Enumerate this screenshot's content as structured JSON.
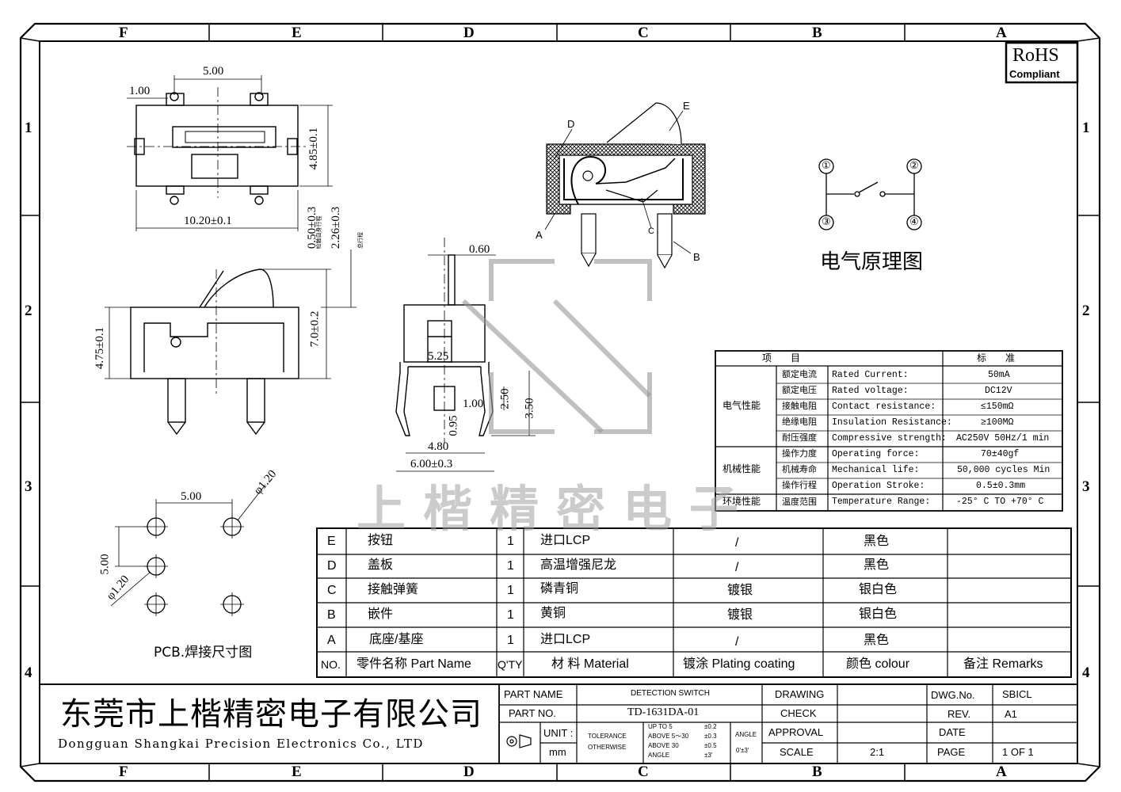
{
  "zones": {
    "cols": [
      "F",
      "E",
      "D",
      "C",
      "B",
      "A"
    ],
    "rows": [
      "1",
      "2",
      "3",
      "4"
    ]
  },
  "rohs": {
    "line1": "RoHS",
    "line2": "Compliant"
  },
  "dims_top": {
    "d500": "5.00",
    "d100": "1.00",
    "d485": "4.85±0.1",
    "d1020": "10.20±0.1",
    "d050": "0.50±0.3",
    "d050sub": "检触自身行程",
    "d226": "2.26±0.3",
    "d226sub": "总行程",
    "d70": "7.0±0.2",
    "d475": "4.75±0.1"
  },
  "dims_mid": {
    "d060": "0.60",
    "d525": "5.25",
    "d250": "2.50",
    "d350": "3.50",
    "d100": "1.00",
    "d095": "0.95",
    "d480": "4.80",
    "d600": "6.00±0.3"
  },
  "pcb": {
    "d500h": "5.00",
    "d500v": "5.00",
    "d120a": "φ1.20",
    "d120b": "φ1.20",
    "title": "PCB.焊接尺寸图"
  },
  "section_labels": {
    "A": "A",
    "B": "B",
    "C": "C",
    "D": "D",
    "E": "E"
  },
  "pins": [
    "①",
    "②",
    "③",
    "④"
  ],
  "schematic_title": "电气原理图",
  "watermark": "上楷精密电子",
  "specs": {
    "header": {
      "item": "项　　目",
      "std": "标　　准"
    },
    "groups": [
      "电气性能",
      "机械性能",
      "环境性能"
    ],
    "rows": [
      {
        "cn": "额定电流",
        "en": "Rated Current:",
        "v": "50mA"
      },
      {
        "cn": "额定电压",
        "en": "Rated voltage:",
        "v": "DC12V"
      },
      {
        "cn": "接触电阻",
        "en": "Contact resistance:",
        "v": "≤150mΩ"
      },
      {
        "cn": "绝缘电阻",
        "en": "Insulation Resistance:",
        "v": "≥100MΩ"
      },
      {
        "cn": "耐压强度",
        "en": "Compressive strength:",
        "v": "AC250V  50Hz/1 min"
      },
      {
        "cn": "操作力度",
        "en": "Operating force:",
        "v": "70±40gf"
      },
      {
        "cn": "机械寿命",
        "en": "Mechanical life:",
        "v": "50,000 cycles Min"
      },
      {
        "cn": "操作行程",
        "en": "Operation Stroke:",
        "v": "0.5±0.3mm"
      },
      {
        "cn": "温度范围",
        "en": "Temperature Range:",
        "v": "-25° C TO +70° C"
      }
    ]
  },
  "bom": {
    "rows": [
      {
        "no": "E",
        "name": "按钮",
        "qty": "1",
        "mat": "进口LCP",
        "plating": "/",
        "colour": "黑色",
        "remarks": ""
      },
      {
        "no": "D",
        "name": "盖板",
        "qty": "1",
        "mat": "高温增强尼龙",
        "plating": "/",
        "colour": "黑色",
        "remarks": ""
      },
      {
        "no": "C",
        "name": "接触弹簧",
        "qty": "1",
        "mat": "磷青铜",
        "plating": "镀银",
        "colour": "银白色",
        "remarks": ""
      },
      {
        "no": "B",
        "name": "嵌件",
        "qty": "1",
        "mat": "黄铜",
        "plating": "镀银",
        "colour": "银白色",
        "remarks": ""
      },
      {
        "no": "A",
        "name": "底座/基座",
        "qty": "1",
        "mat": "进口LCP",
        "plating": "/",
        "colour": "黑色",
        "remarks": ""
      }
    ],
    "header": {
      "no": "NO.",
      "name": "零件名称  Part Name",
      "qty": "Q'TY",
      "mat": "材 料  Material",
      "plating": "镀涂  Plating coating",
      "colour": "颜色   colour",
      "remarks": "备注  Remarks"
    }
  },
  "company": {
    "cn": "东莞市上楷精密电子有限公司",
    "en": "Dongguan Shangkai Precision Electronics Co., LTD"
  },
  "titleblock": {
    "part_name_label": "PART  NAME",
    "part_name": "DETECTION SWITCH",
    "part_no_label": "PART  NO.",
    "part_no": "TD-1631DA-01",
    "unit_label": "UNIT :",
    "unit": "mm",
    "tolerance": "TOLERANCE",
    "otherwise": "OTHERWISE",
    "tol_rows": [
      "UP TO 5",
      "ABOVE 5～30",
      "ABOVE 30",
      "ANGLE"
    ],
    "tol_vals": [
      "±0.2",
      "±0.3",
      "±0.5",
      "±3'"
    ],
    "angle_label": "ANGLE",
    "angle_val": "0'±3'",
    "drawing": "DRAWING",
    "check": "CHECK",
    "approval": "APPROVAL",
    "scale_label": "SCALE",
    "scale": "2:1",
    "dwg_label": "DWG.No.",
    "dwg": "SBICL",
    "rev_label": "REV.",
    "rev": "A1",
    "date_label": "DATE",
    "date": "",
    "page_label": "PAGE",
    "page": "1  OF  1"
  }
}
